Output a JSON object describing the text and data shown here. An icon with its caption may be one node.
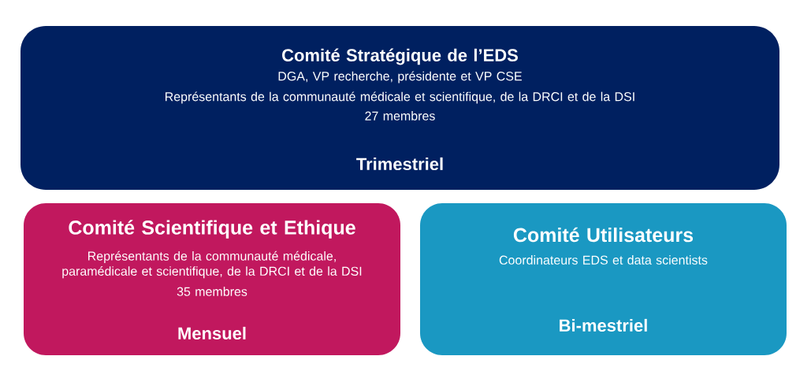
{
  "diagram": {
    "nodes": [
      {
        "text": [
          "Comité Stratégique de l’EDS",
          "DGA, VP recherche, présidente et VP CSE",
          "Représentants de la communauté médicale et scientifique, de la DRCI et de la DSI",
          "27 membres",
          "Trimestriel"
        ]
      },
      {
        "text": [
          "Comité Scientifique et Ethique",
          "Représentants de la communauté médicale, paramédicale et scientifique, de la DRCI et de la DSI",
          "35 membres",
          "Mensuel"
        ]
      },
      {
        "text": [
          "Comité Utilisateurs",
          "Coordinateurs EDS et data scientists",
          "Bi-mestriel"
        ]
      }
    ]
  }
}
